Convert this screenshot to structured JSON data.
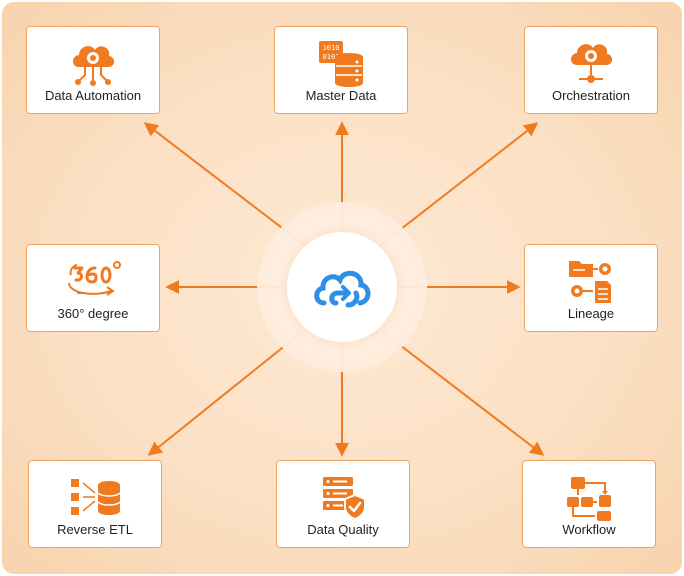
{
  "hub": {
    "icon": "cloud-sync-icon",
    "color": "#2f8fe6"
  },
  "accent": "#f07a1f",
  "nodes": {
    "data_automation": {
      "label": "Data Automation",
      "icon": "cloud-gear-network-icon"
    },
    "master_data": {
      "label": "Master Data",
      "icon": "binary-database-icon"
    },
    "orchestration": {
      "label": "Orchestration",
      "icon": "cloud-gear-pin-icon"
    },
    "degree_360": {
      "label": "360° degree",
      "icon": "360-rotate-icon"
    },
    "lineage": {
      "label": "Lineage",
      "icon": "folder-gear-document-icon"
    },
    "reverse_etl": {
      "label": "Reverse ETL",
      "icon": "list-to-database-icon"
    },
    "data_quality": {
      "label": "Data Quality",
      "icon": "server-shield-check-icon"
    },
    "workflow": {
      "label": "Workflow",
      "icon": "workflow-boxes-icon"
    }
  }
}
